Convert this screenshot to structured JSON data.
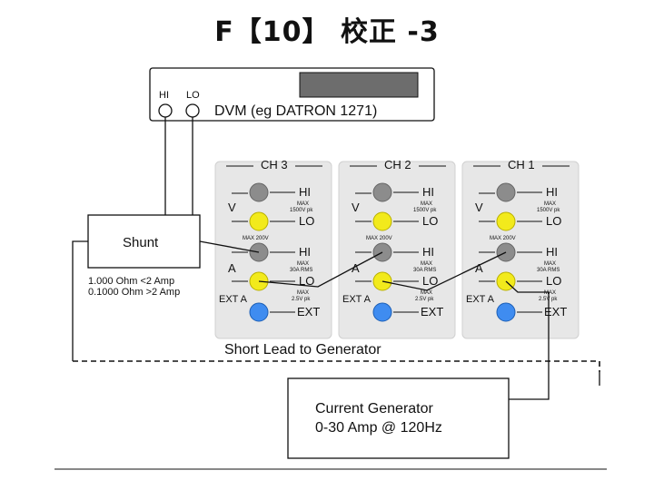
{
  "slide": {
    "title": "F【10】 校正 -3"
  },
  "dvm": {
    "hi_label": "HI",
    "lo_label": "LO",
    "name": "DVM (eg DATRON 1271)",
    "display_color": "#6d6d6d"
  },
  "shunt": {
    "label": "Shunt",
    "spec_line1": "1.000 Ohm <2 Amp",
    "spec_line2": "0.1000 Ohm >2 Amp"
  },
  "channels": [
    {
      "name": "CH 3",
      "v_label": "V",
      "a_label": "A",
      "ext_a_label": "EXT A",
      "hi_label": "HI",
      "lo_label": "LO",
      "hi2_label": "HI",
      "lo2_label": "LO",
      "ext_label": "EXT",
      "max_v_line1": "MAX",
      "max_v_line2": "1500V pk",
      "max_200v": "MAX 200V",
      "max_a_line1": "MAX",
      "max_a_line2": "30A RMS",
      "max_ext_line1": "MAX",
      "max_ext_line2": "2.5V pk"
    },
    {
      "name": "CH 2",
      "v_label": "V",
      "a_label": "A",
      "ext_a_label": "EXT A",
      "hi_label": "HI",
      "lo_label": "LO",
      "hi2_label": "HI",
      "lo2_label": "LO",
      "ext_label": "EXT",
      "max_v_line1": "MAX",
      "max_v_line2": "1500V pk",
      "max_200v": "MAX 200V",
      "max_a_line1": "MAX",
      "max_a_line2": "30A RMS",
      "max_ext_line1": "MAX",
      "max_ext_line2": "2.5V pk"
    },
    {
      "name": "CH 1",
      "v_label": "V",
      "a_label": "A",
      "ext_a_label": "EXT A",
      "hi_label": "HI",
      "lo_label": "LO",
      "hi2_label": "HI",
      "lo2_label": "LO",
      "ext_label": "EXT",
      "max_v_line1": "MAX",
      "max_v_line2": "1500V pk",
      "max_200v": "MAX 200V",
      "max_a_line1": "MAX",
      "max_a_line2": "30A RMS",
      "max_ext_line1": "MAX",
      "max_ext_line2": "2.5V pk"
    }
  ],
  "short_lead_label": "Short Lead to Generator",
  "generator": {
    "line1": "Current Generator",
    "line2": "0-30 Amp @ 120Hz"
  },
  "colors": {
    "terminal_gray": "#8c8c8c",
    "terminal_yellow": "#f2ea1c",
    "terminal_blue": "#3f8cf0",
    "panel": "#e7e7e7"
  }
}
